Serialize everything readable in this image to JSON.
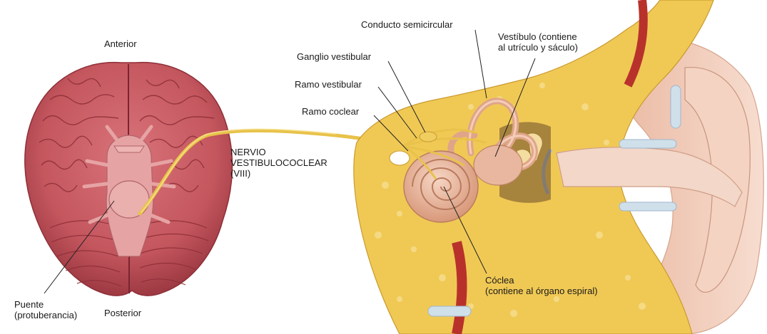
{
  "figure": {
    "labels": {
      "anterior": "Anterior",
      "posterior": "Posterior",
      "pons_line1": "Puente",
      "pons_line2": "(protuberancia)",
      "nerve_line1": "NERVIO",
      "nerve_line2": "VESTIBULOCOCLEAR",
      "nerve_line3": "(VIII)",
      "semicircular_duct": "Conducto semicircular",
      "vestibular_ganglion": "Ganglio vestibular",
      "vestibular_branch": "Ramo vestibular",
      "cochlear_branch": "Ramo coclear",
      "vestibule_line1": "Vestíbulo (contiene",
      "vestibule_line2": "al utrículo y sáculo)",
      "cochlea_line1": "Cóclea",
      "cochlea_line2": "(contiene al órgano espiral)"
    },
    "colors": {
      "brain": "#c4565e",
      "brain_dark": "#8e2f38",
      "brainstem": "#e6a3a3",
      "nerve": "#e8c24a",
      "bone": "#f0c955",
      "bone_light": "#f6dc8a",
      "skin": "#f1cbb8",
      "cochlea": "#e8b49a",
      "vessel": "#b8322b",
      "leader_line": "#222222"
    }
  }
}
